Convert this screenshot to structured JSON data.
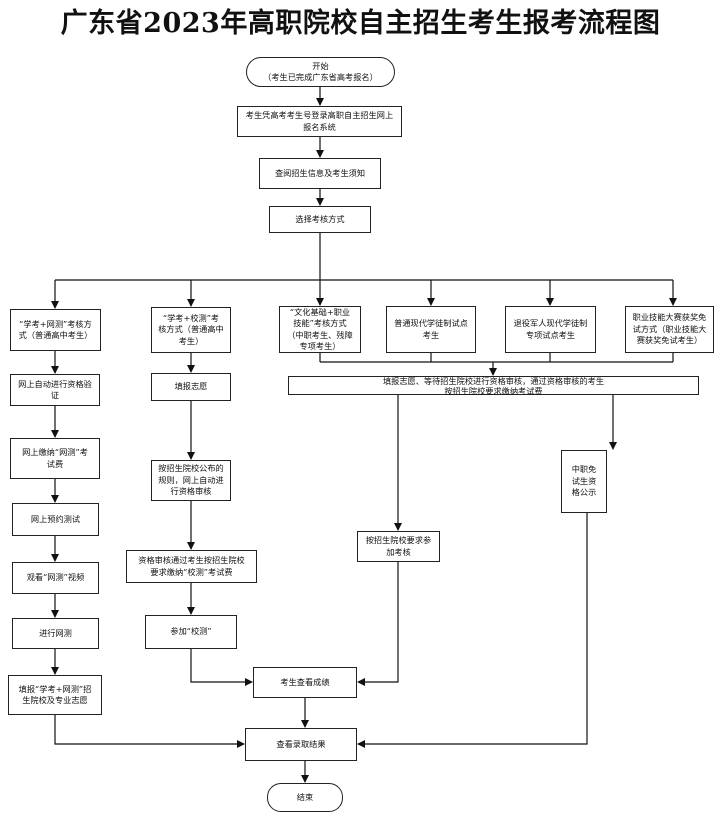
{
  "title": "广东省2023年高职院校自主招生考生报考流程图",
  "nodes": {
    "start": "开始\n（考生已完成广东省高考报名）",
    "login": "考生凭高考考生号登录高职自主招生网上\n报名系统",
    "info": "查阅招生信息及考生须知",
    "choose": "选择考核方式",
    "b1": "“学考+网测”考核方\n式（普通高中考生）",
    "b2": "“学考+校测”考\n核方式（普通高中\n考生）",
    "b3": "“文化基础+职业\n技能”考核方式\n（中职考生、残障\n专项考生）",
    "b4": "普通现代学徒制试点\n考生",
    "b5": "退役军人现代学徒制\n专项试点考生",
    "b6": "职业技能大赛获奖免\n试方式（职业技能大\n赛获奖免试考生）",
    "a1": "网上自动进行资格验\n证",
    "a2": "网上缴纳“网测”考\n试费",
    "a3": "网上预约测试",
    "a4": "观看“网测”视频",
    "a5": "进行网测",
    "a6": "填报“学考+网测”招\n生院校及专业志愿",
    "c1": "填报志愿",
    "c2": "按招生院校公布的\n规则，网上自动进\n行资格审核",
    "c3": "资格审核通过考生按招生院校\n要求缴纳“校测”考试费",
    "c4": "参加“校测”",
    "big": "填报志愿、等待招生院校进行资格审核，通过资格审核的考生\n按招生院校要求缴纳考试费",
    "d1": "按招生院校要求参\n加考核",
    "e1": "中职免\n试生资\n格公示",
    "score": "考生查看成绩",
    "result": "查看录取结果",
    "end": "结束"
  }
}
